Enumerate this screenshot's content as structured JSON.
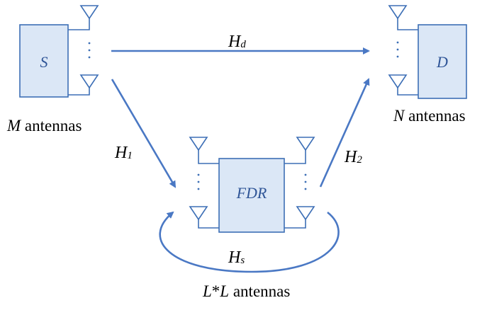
{
  "nodes": {
    "source": {
      "label": "S",
      "antenna_text": "M antennas",
      "antenna_var": "M",
      "antenna_word": " antennas"
    },
    "destination": {
      "label": "D",
      "antenna_text": "N antennas",
      "antenna_var": "N",
      "antenna_word": " antennas"
    },
    "relay": {
      "label": "FDR",
      "antenna_text": "L*L antennas",
      "antenna_var1": "L",
      "antenna_star": "*",
      "antenna_var2": "L",
      "antenna_word": " antennas"
    }
  },
  "channels": {
    "direct": {
      "main": "H",
      "sub": "d"
    },
    "source_to_relay": {
      "main": "H",
      "sub": "1"
    },
    "relay_to_destination": {
      "main": "H",
      "sub": "2"
    },
    "self_interference": {
      "main": "H",
      "sub": "s"
    }
  },
  "colors": {
    "box_fill": "#dbe7f6",
    "box_stroke": "#3d6fb6",
    "arrow": "#4a78c4",
    "label": "#2f5597"
  }
}
